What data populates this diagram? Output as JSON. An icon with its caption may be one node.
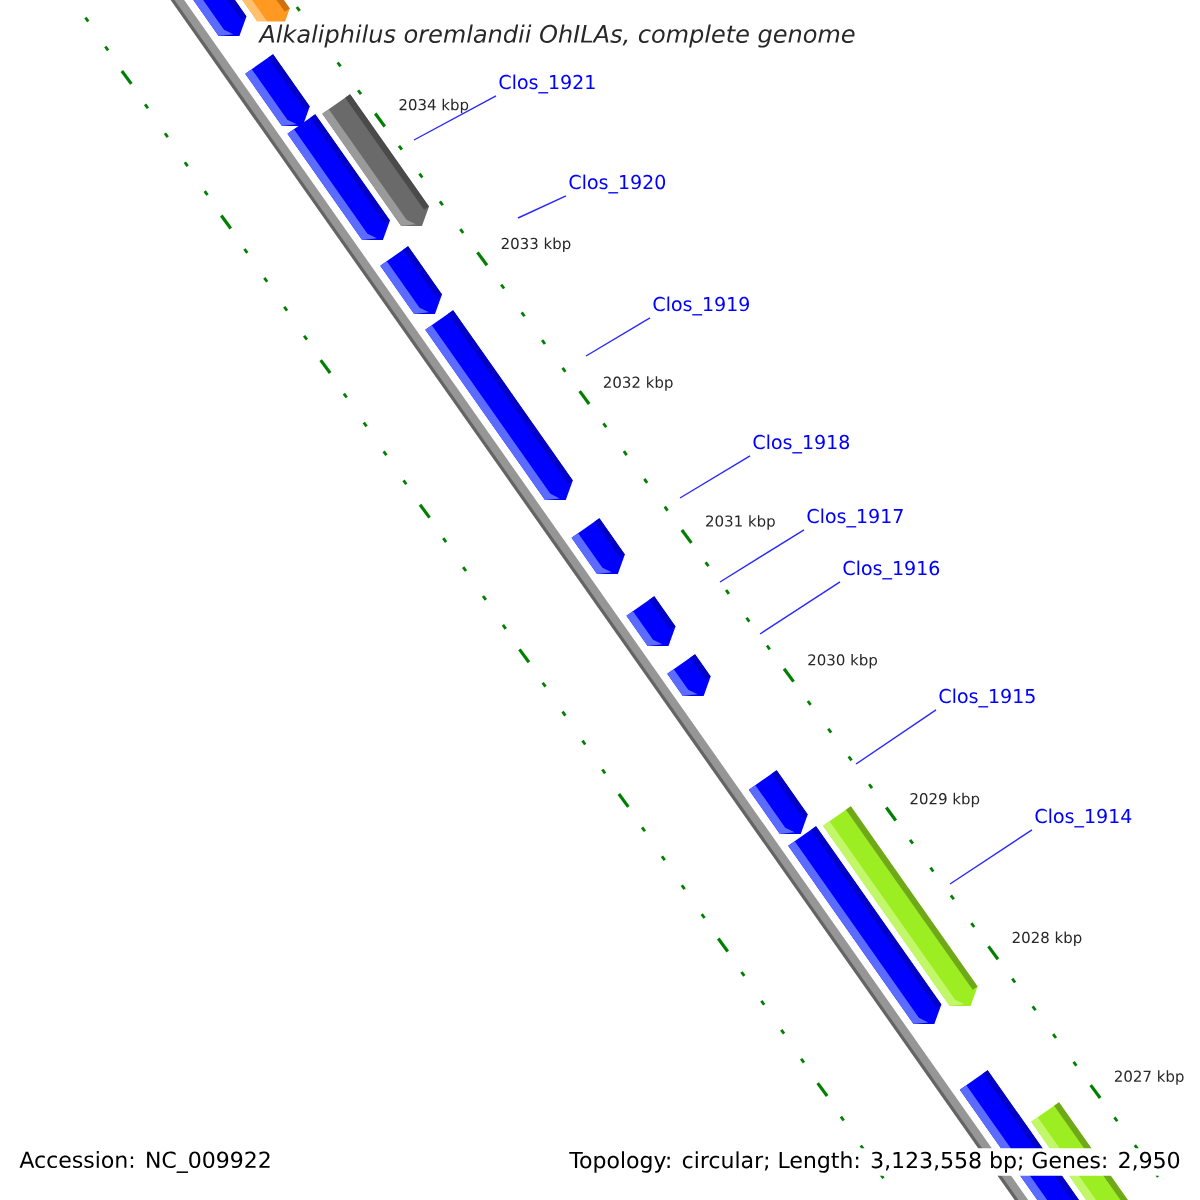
{
  "diagram": {
    "title": "Alkaliphilus oremlandii OhILAs, complete genome",
    "nodes": [
      {
        "text": [
          "Clos_1921"
        ]
      },
      {
        "text": [
          "Clos_1920"
        ]
      },
      {
        "text": [
          "Clos_1919"
        ]
      },
      {
        "text": [
          "Clos_1918"
        ]
      },
      {
        "text": [
          "Clos_1917"
        ]
      },
      {
        "text": [
          "Clos_1916"
        ]
      },
      {
        "text": [
          "Clos_1915"
        ]
      },
      {
        "text": [
          "Clos_1914"
        ]
      }
    ],
    "edges": [
      {
        "from": 0,
        "to": null,
        "arrow": "none"
      },
      {
        "from": 1,
        "to": null,
        "arrow": "none"
      },
      {
        "from": 2,
        "to": null,
        "arrow": "none"
      },
      {
        "from": 3,
        "to": null,
        "arrow": "none"
      },
      {
        "from": 4,
        "to": null,
        "arrow": "none"
      },
      {
        "from": 5,
        "to": null,
        "arrow": "none"
      },
      {
        "from": 6,
        "to": null,
        "arrow": "none"
      },
      {
        "from": 7,
        "to": null,
        "arrow": "none"
      }
    ],
    "labels": [
      "2034 kbp",
      "2033 kbp",
      "2032 kbp",
      "2031 kbp",
      "2030 kbp",
      "2029 kbp",
      "2028 kbp",
      "2027 kbp",
      "Accession: NC_009922",
      "Topology: circular; Length: 3,123,558 bp; Genes: 2,950"
    ]
  }
}
